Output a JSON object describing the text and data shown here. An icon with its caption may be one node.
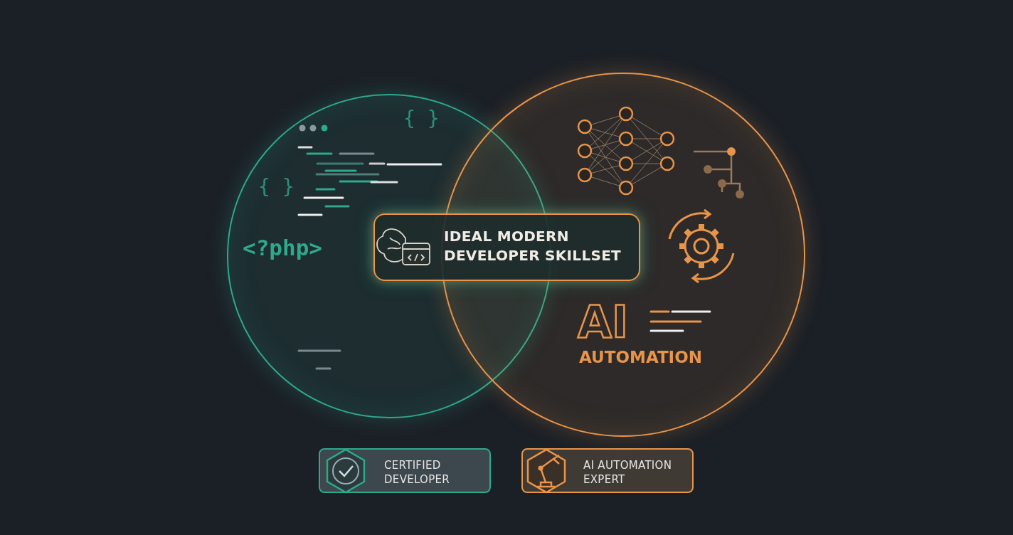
{
  "diagram": {
    "nodes": [
      {
        "text": [
          "<?php>"
        ]
      },
      {
        "text": [
          "AI",
          "AUTOMATION"
        ]
      },
      {
        "text": [
          "IDEAL MODERN DEVELOPER SKILLSET"
        ]
      },
      {
        "text": [
          "CERTIFIED DEVELOPER"
        ]
      },
      {
        "text": [
          "AI AUTOMATION EXPERT"
        ]
      }
    ],
    "labels": [
      "{ }",
      "{ }"
    ]
  }
}
